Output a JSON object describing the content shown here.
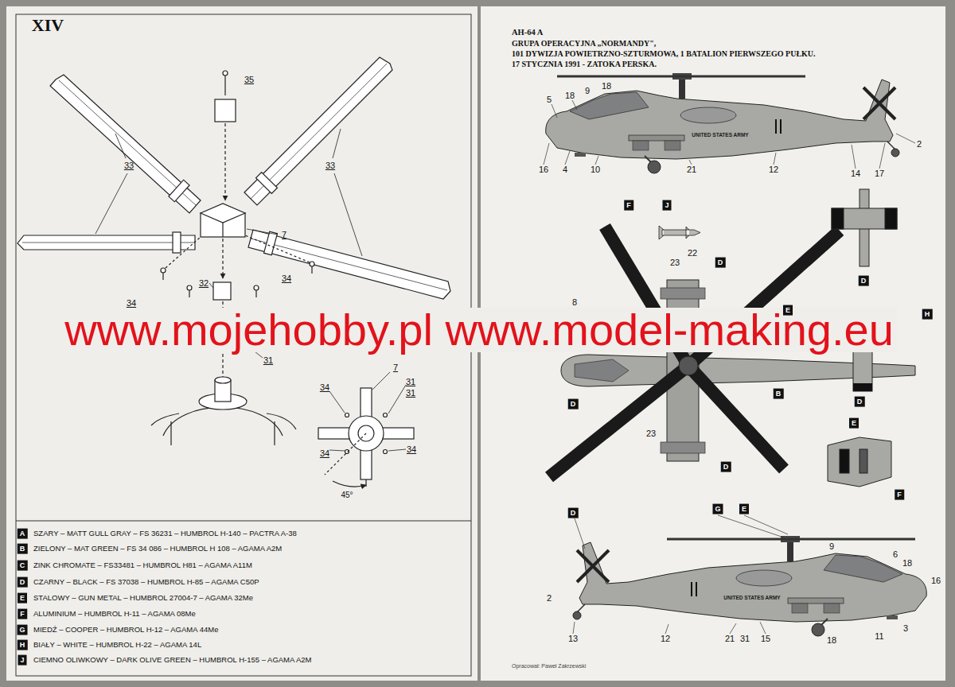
{
  "diagram": {
    "title": "AH-64 A",
    "labels": [
      "XIV",
      "35",
      "33",
      "33",
      "7",
      "34",
      "32",
      "34",
      "31",
      "7",
      "34",
      "31",
      "31",
      "34",
      "34",
      "45°",
      "A",
      "B",
      "C",
      "D",
      "E",
      "F",
      "G",
      "H",
      "J",
      "www.mojehobby.pl www.model-making.eu",
      "GRUPA OPERACYJNA „NORMANDY\",",
      "101 DYWIZJA POWIETRZNO-SZTURMOWA, 1 BATALION PIERWSZEGO PUŁKU.",
      "17 STYCZNIA 1991 - ZATOKA PERSKA.",
      "5",
      "18",
      "9",
      "18",
      "16",
      "4",
      "10",
      "21",
      "12",
      "14",
      "17",
      "2",
      "UNITED STATES ARMY",
      "F",
      "J",
      "22",
      "23",
      "D",
      "E",
      "8",
      "H",
      "B",
      "D",
      "23",
      "D",
      "D",
      "D",
      "E",
      "F",
      "G",
      "E",
      "D",
      "9",
      "6",
      "18",
      "16",
      "2",
      "13",
      "12",
      "21",
      "31",
      "15",
      "18",
      "11",
      "3",
      "UNITED STATES ARMY",
      "Opracował: Paweł Zakrzewski"
    ],
    "legend": [
      {
        "text": "SZARY – MATT GULL GRAY – FS 36231 – HUMBROL H-140 – PACTRA A-38"
      },
      {
        "text": "ZIELONY – MAT GREEN – FS 34 086 – HUMBROL H 108 – AGAMA A2M"
      },
      {
        "text": "ZINK CHROMATE – FS33481 – HUMBROL H81 – AGAMA A11M"
      },
      {
        "text": "CZARNY – BLACK – FS 37038 – HUMBROL H-85 – AGAMA C50P"
      },
      {
        "text": "STALOWY – GUN METAL – HUMBROL 27004-7 – AGAMA 32Me"
      },
      {
        "text": "ALUMINIUM – HUMBROL H-11 – AGAMA 08Me"
      },
      {
        "text": "MIEDŹ – COOPER – HUMBROL H-12 – AGAMA 44Me"
      },
      {
        "text": "BIAŁY – WHITE – HUMBROL H-22 – AGAMA 14L"
      },
      {
        "text": "CIEMNO OLIWKOWY – DARK OLIVE GREEN – HUMBROL H-155 – AGAMA A2M"
      }
    ]
  }
}
